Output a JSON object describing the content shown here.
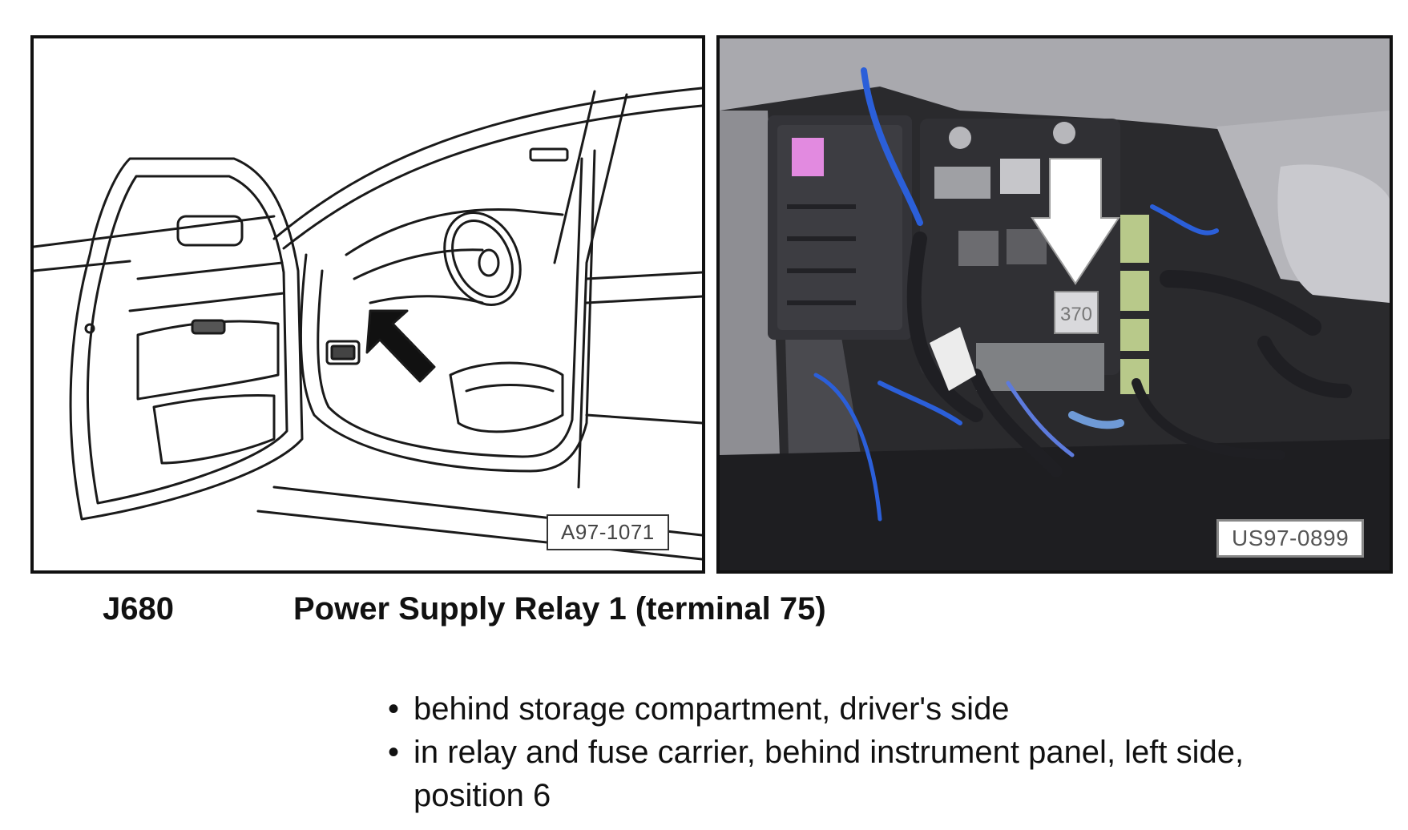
{
  "figures": {
    "left": {
      "label": "A97-1071",
      "kind": "line-drawing",
      "subject": "car-door-open-interior"
    },
    "right": {
      "label": "US97-0899",
      "kind": "photo",
      "subject": "relay-fuse-carrier",
      "relay_marking": "370"
    }
  },
  "component": {
    "code": "J680",
    "name": "Power Supply Relay 1 (terminal 75)"
  },
  "locations": [
    "behind storage compartment, driver's side",
    "in relay and fuse carrier, behind instrument panel, left side, position 6"
  ],
  "colors": {
    "text": "#111111",
    "frame": "#111111",
    "photo_background": "#2a2a2d",
    "wiring_blue": "#2b5fd9",
    "relay_green": "#b8c98a",
    "marker_pink": "#e28ae0"
  }
}
